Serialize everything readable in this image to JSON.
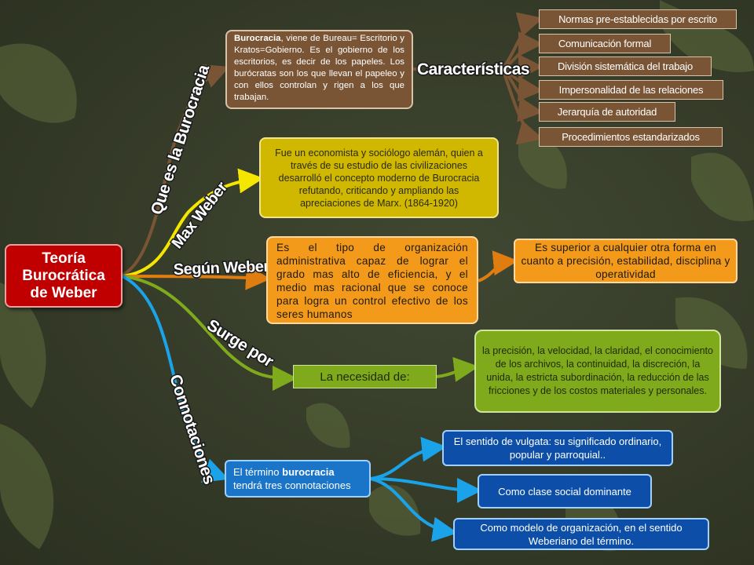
{
  "colors": {
    "background": "#353b28",
    "root": "#c00000",
    "definition_branch": "#7a5535",
    "weber_branch": "#f5e600",
    "segun_branch": "#e07d10",
    "surge_branch": "#7faa1b",
    "connotaciones_branch": "#1aa3e8"
  },
  "root": {
    "line1": "Teoría",
    "line2": "Burocrática",
    "line3": "de Weber"
  },
  "branches": {
    "que_es": "Que es la Burocracia",
    "max_weber": "Max Weber",
    "segun_weber": "Según Weber",
    "surge_por": "Surge por",
    "connotaciones": "Connotaciones"
  },
  "definition": {
    "term": "Burocracia",
    "text": ", viene de Bureau= Escritorio y Kratos=Gobierno. Es el gobierno de los escritorios, es decir de los papeles. Los burócratas son los que llevan el papeleo y con ellos controlan y rigen a los que trabajan."
  },
  "caracteristicas": {
    "label": "Características",
    "items": [
      "Normas pre-establecidas por escrito",
      "Comunicación formal",
      "División sistemática del trabajo",
      "Impersonalidad de las relaciones",
      "Jerarquía de autoridad",
      "Procedimientos estandarizados"
    ]
  },
  "max_weber_text": "Fue un economista y sociólogo alemán, quien a través de su estudio de las civilizaciones desarrolló el concepto moderno de Burocracia refutando, criticando y ampliando las apreciaciones de Marx. (1864-1920)",
  "segun_weber_text": "Es el tipo de organización administrativa capaz de lograr el grado mas alto de eficiencia, y el medio mas racional que se conoce para logra un control efectivo de los seres humanos",
  "superior_text": "Es superior a cualquier otra forma en cuanto a precisión, estabilidad, disciplina y operatividad",
  "necesidad_label": "La necesidad de:",
  "necesidad_text": "la precisión, la velocidad, la claridad, el conocimiento de los archivos, la continuidad, la discreción, la unida, la estricta subordinación, la reducción de las fricciones y de los costos materiales y personales.",
  "connotaciones": {
    "intro_prefix": "El término ",
    "intro_term": "burocracia",
    "intro_suffix": " tendrá tres connotaciones",
    "items": [
      "El sentido de vulgata: su significado ordinario, popular y parroquial..",
      "Como clase social dominante",
      "Como modelo de organización, en el sentido Weberiano del término."
    ]
  }
}
